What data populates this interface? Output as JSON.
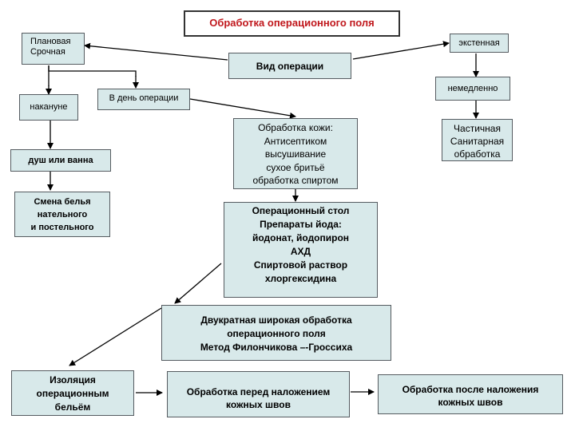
{
  "title": "Обработка операционного поля",
  "planned_urgent": [
    "Плановая",
    "Срочная"
  ],
  "emergency": "экстенная",
  "operation_type": "Вид операции",
  "immediately": "немедленно",
  "day_before": "накануне",
  "day_of_operation": "В день операции",
  "skin_treatment": [
    "Обработка кожи:",
    "Антисептиком",
    "высушивание",
    "сухое бритьё",
    "обработка спиртом"
  ],
  "partial_sanitary": [
    "Частичная",
    "Санитарная",
    "обработка"
  ],
  "shower_bath": "душ или ванна",
  "linen_change": [
    "Смена белья",
    "нательного",
    "и постельного"
  ],
  "operating_table": [
    "Операционный стол",
    "Препараты йода:",
    "йодонат, йодопирон",
    "АХД",
    "Спиртовой раствор",
    "хлоргексидина"
  ],
  "double_treatment": [
    "Двукратная широкая обработка",
    "операционного поля",
    "Метод Филончикова –-Гроссиха"
  ],
  "isolation": [
    "Изоляция",
    "операционным",
    "бельём"
  ],
  "before_sutures": [
    "Обработка перед наложением",
    "кожных швов"
  ],
  "after_sutures": [
    "Обработка после наложения",
    "кожных швов"
  ],
  "colors": {
    "box_fill": "#d8e9ea",
    "border": "#555b60",
    "title_text": "#c0171c",
    "arrow": "#000000"
  }
}
